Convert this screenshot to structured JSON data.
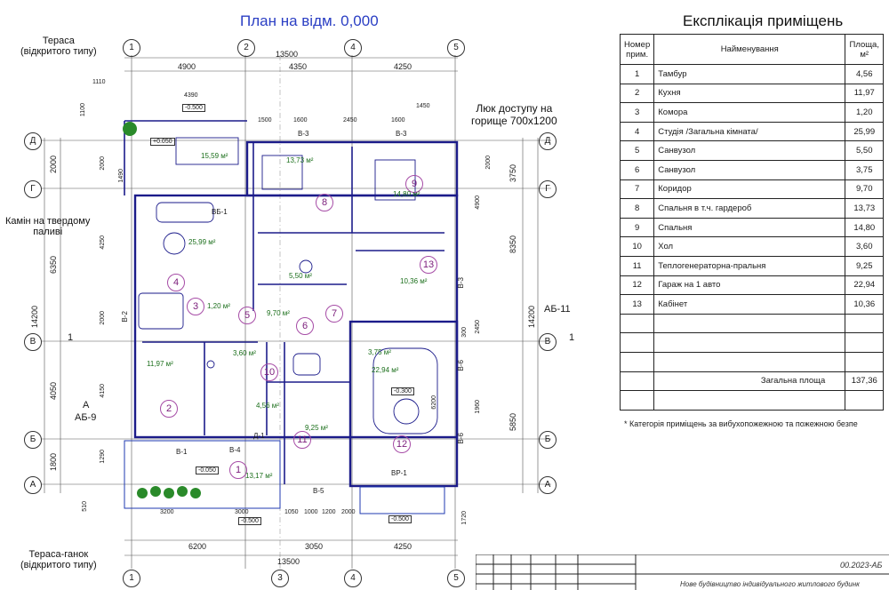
{
  "plan_title": "План на відм. 0,000",
  "explication": {
    "title": "Експлікація приміщень",
    "headers": {
      "num": "Номер прим.",
      "name": "Найменування",
      "area": "Площа, м²"
    },
    "rows": [
      {
        "num": "1",
        "name": "Тамбур",
        "area": "4,56"
      },
      {
        "num": "2",
        "name": "Кухня",
        "area": "11,97"
      },
      {
        "num": "3",
        "name": "Комора",
        "area": "1,20"
      },
      {
        "num": "4",
        "name": "Студія /Загальна кімната/",
        "area": "25,99"
      },
      {
        "num": "5",
        "name": "Санвузол",
        "area": "5,50"
      },
      {
        "num": "6",
        "name": "Санвузол",
        "area": "3,75"
      },
      {
        "num": "7",
        "name": "Коридор",
        "area": "9,70"
      },
      {
        "num": "8",
        "name": "Спальня в т.ч. гардероб",
        "area": "13,73"
      },
      {
        "num": "9",
        "name": "Спальня",
        "area": "14,80"
      },
      {
        "num": "10",
        "name": "Хол",
        "area": "3,60"
      },
      {
        "num": "11",
        "name": "Теплогенераторна-пральня",
        "area": "9,25"
      },
      {
        "num": "12",
        "name": "Гараж на 1 авто",
        "area": "22,94"
      },
      {
        "num": "13",
        "name": "Кабінет",
        "area": "10,36"
      }
    ],
    "total_label": "Загальна площа",
    "total_area": "137,36",
    "footnote": "* Категорія приміщень за вибухопожежною та пожежною безпе"
  },
  "callouts": {
    "terrace_top": "Тераса\n(відкритого типу)",
    "fireplace": "Камін на твердому\nпаливі",
    "hatch": "Люк доступу на\nгорище 700х1200",
    "terrace_porch": "Тераса-ганок\n(відкритого типу)"
  },
  "axes": {
    "columns": [
      "1",
      "2",
      "3",
      "4",
      "5"
    ],
    "rows": [
      "Д",
      "Г",
      "В",
      "Б",
      "А"
    ]
  },
  "section_marks": {
    "right": "АБ-11",
    "left_letter": "А",
    "left": "АБ-9",
    "right_num": "1",
    "left_num": "1"
  },
  "dims": {
    "top_total": "13500",
    "top_segments": [
      "4900",
      "4350",
      "4250"
    ],
    "top_sub": [
      "1110",
      "4390",
      "1500",
      "1600",
      "2450",
      "1600",
      "1450"
    ],
    "bottom_total": "13500",
    "bottom_segments": [
      "6200",
      "3050",
      "4250"
    ],
    "bottom_sub": [
      "3200",
      "3000",
      "1050",
      "1000",
      "1200",
      "2000"
    ],
    "left_total": "14200",
    "left_segments": [
      "2000",
      "6350",
      "4050",
      "1800"
    ],
    "left_sub": [
      "1100",
      "2000",
      "1490",
      "4250",
      "2000",
      "4150",
      "1290",
      "510"
    ],
    "right_total": "14200",
    "right_segments": [
      "3750",
      "8350",
      "5850"
    ],
    "right_sub": [
      "2000",
      "4900",
      "2450",
      "300",
      "6200",
      "1960",
      "1720"
    ]
  },
  "rooms": [
    {
      "num": "1",
      "area": "13,17 м²"
    },
    {
      "num": "2",
      "area": "11,97 м²"
    },
    {
      "num": "3",
      "area": "1,20 м²"
    },
    {
      "num": "4",
      "area": "25,99 м²"
    },
    {
      "num": "5",
      "area": "5,50 м²"
    },
    {
      "num": "6",
      "area": "3,75 м²"
    },
    {
      "num": "7",
      "area": "9,70 м²"
    },
    {
      "num": "8",
      "area": "13,73 м²"
    },
    {
      "num": "9",
      "area": "14,80 м²"
    },
    {
      "num": "10",
      "area": "3,60 м²"
    },
    {
      "num": "11",
      "area": "9,25 м²"
    },
    {
      "num": "12",
      "area": "22,94 м²"
    },
    {
      "num": "13",
      "area": "10,36 м²"
    },
    {
      "num": "",
      "area": "15,59 м²"
    },
    {
      "num": "",
      "area": "4,56 м²"
    }
  ],
  "levels": {
    "terrace_top": "-0.500",
    "terrace_inner": "+0.050",
    "porch": "-0.050",
    "porch_low": "-0.500",
    "garage": "-0.300",
    "garage_out": "-0.500"
  },
  "marks": {
    "vb1": "ВБ-1",
    "b2": "B-2",
    "b3": "B-3",
    "b3b": "B-3",
    "b4": "B-4",
    "b5": "B-5",
    "b6": "B-6",
    "b6b": "B-6",
    "b1": "B-1",
    "d1": "Д-1",
    "vr1": "ВР-1",
    "b3r": "B-3"
  },
  "titleblock": {
    "code": "00.2023-АБ",
    "desc": "Нове будівництво індивідуального житлового будинк"
  }
}
